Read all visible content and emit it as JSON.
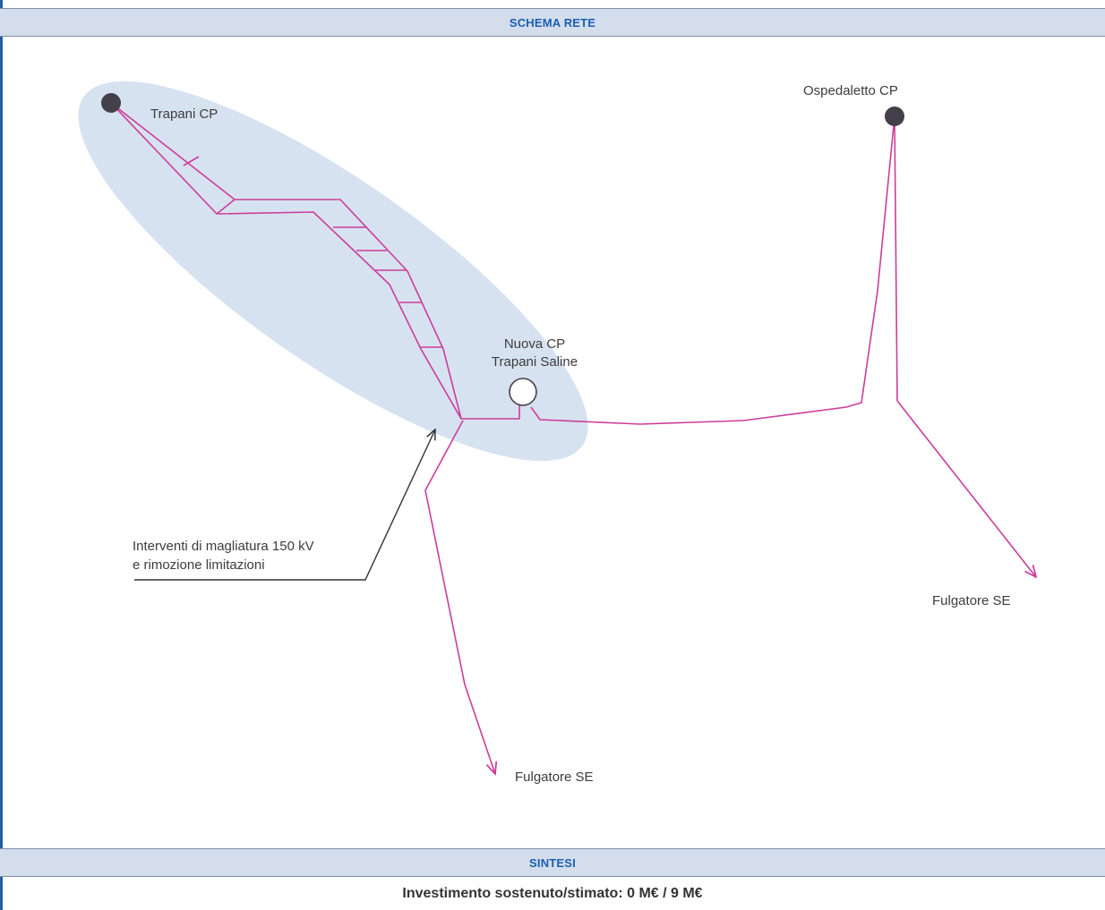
{
  "header": {
    "title": "SCHEMA RETE"
  },
  "diagram": {
    "nodes": {
      "trapani_cp": "Trapani CP",
      "ospedaletto_cp": "Ospedaletto CP",
      "nuova_cp_line1": "Nuova CP",
      "nuova_cp_line2": "Trapani Saline",
      "fulgatore_se_right": "Fulgatore SE",
      "fulgatore_se_bottom": "Fulgatore SE"
    },
    "annotation": {
      "line1": "Interventi di magliatura 150 kV",
      "line2": "e rimozione limitazioni"
    },
    "colors": {
      "line": "#cc3d9a",
      "highlight": "#d5e0ef",
      "node_fill": "#444049",
      "accent": "#1a5fb4",
      "arrow": "#333333"
    }
  },
  "summary_section": {
    "title": "SINTESI",
    "investment": "Investimento sostenuto/stimato: 0 M€ / 9 M€"
  }
}
